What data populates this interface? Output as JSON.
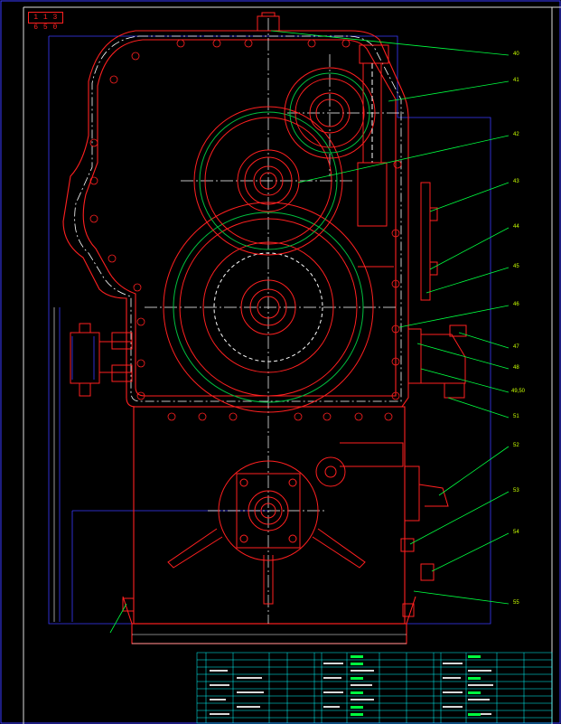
{
  "drawing_number": "1 1 3 6 5 0",
  "callouts": [
    "40",
    "41",
    "42",
    "43",
    "44",
    "45",
    "46",
    "47",
    "48",
    "49,50",
    "51",
    "52",
    "53",
    "54",
    "55"
  ],
  "colors": {
    "background": "#000000",
    "outline": "#ff2020",
    "centerline": "#ffffff",
    "frame": "#3a3aff",
    "leader": "#00ff40",
    "gear_pitch": "#00c040",
    "table_line": "#00ffff"
  }
}
